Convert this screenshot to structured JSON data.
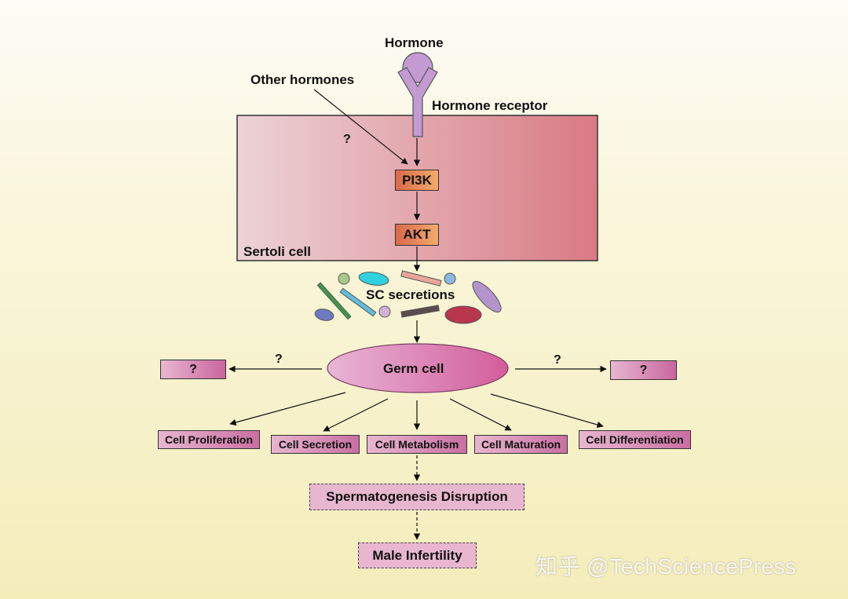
{
  "hormone": "Hormone",
  "other_hormones": "Other hormones",
  "hormone_receptor": "Hormone receptor",
  "unknown_mark": "?",
  "pi3k": "PI3K",
  "akt": "AKT",
  "sertoli_cell": "Sertoli cell",
  "sc_secretions": "SC secretions",
  "germ_cell": "Germ cell",
  "outcomes": [
    "Cell Proliferation",
    "Cell Secretion",
    "Cell Metabolism",
    "Cell Maturation",
    "Cell Differentiation"
  ],
  "spermatogenesis": "Spermatogenesis Disruption",
  "male_infertility": "Male Infertility",
  "watermark": "知乎 @TechSciencePress",
  "colors": {
    "sertoli_left": "#ecd3d6",
    "sertoli_right": "#d97a84",
    "receptor": "#c39ad2",
    "germ_left": "#e8b6d6",
    "germ_right": "#d35d9c"
  }
}
